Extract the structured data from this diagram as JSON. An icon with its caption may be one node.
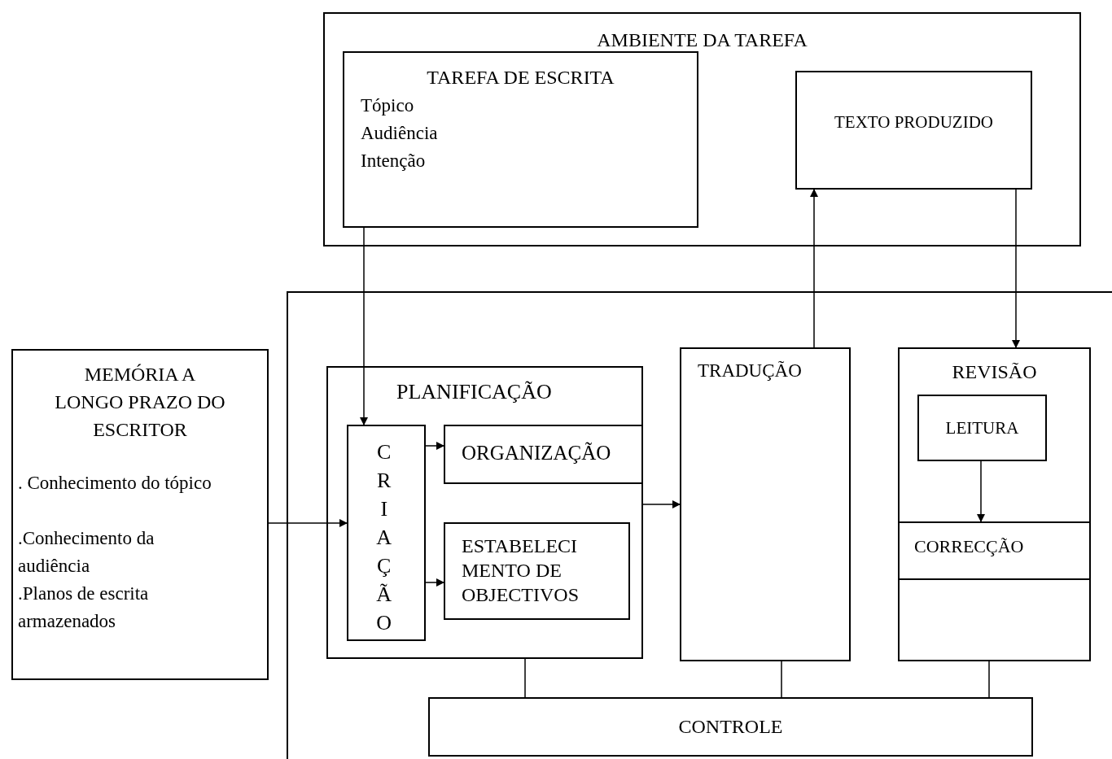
{
  "diagram": {
    "nodes": [
      {
        "text": [
          "AMBIENTE DA TAREFA"
        ]
      },
      {
        "text": [
          "TAREFA DE ESCRITA",
          "Tópico",
          "Audiência",
          "Intenção"
        ],
        "in": 0
      },
      {
        "text": [
          "TEXTO PRODUZIDO"
        ],
        "in": 0
      },
      {
        "text": [],
        "shape": "box"
      },
      {
        "text": [
          "MEMÓRIA A LONGO PRAZO DO ESCRITOR",
          ". Conhecimento do tópico",
          ".Conhecimento da audiência",
          ".Planos de escrita armazenados"
        ]
      },
      {
        "text": [
          "PLANIFICAÇÃO"
        ],
        "in": 3
      },
      {
        "text": [
          "CRIAÇÃO"
        ],
        "in": 5
      },
      {
        "text": [
          "ORGANIZAÇÃO"
        ],
        "in": 5
      },
      {
        "text": [
          "ESTABELECI MENTO DE OBJECTIVOS"
        ],
        "in": 5
      },
      {
        "text": [
          "TRADUÇÃO"
        ],
        "in": 3
      },
      {
        "text": [
          "REVISÃO"
        ],
        "in": 3
      },
      {
        "text": [
          "LEITURA"
        ],
        "in": 10
      },
      {
        "text": [
          "CORRECÇÃO"
        ],
        "in": 10
      },
      {
        "text": [
          "CONTROLE"
        ],
        "in": 3
      }
    ],
    "edges": [
      {
        "from": 1,
        "to": 6,
        "arrow": "to"
      },
      {
        "from": 9,
        "to": 2,
        "arrow": "to"
      },
      {
        "from": 2,
        "to": 10,
        "arrow": "to"
      },
      {
        "from": 4,
        "to": 6,
        "arrow": "to"
      },
      {
        "from": 6,
        "to": 7,
        "arrow": "to"
      },
      {
        "from": 6,
        "to": 8,
        "arrow": "to"
      },
      {
        "from": 5,
        "to": 9,
        "arrow": "to"
      },
      {
        "from": 11,
        "to": 12,
        "arrow": "to"
      },
      {
        "from": 5,
        "to": 13,
        "arrow": "none"
      },
      {
        "from": 9,
        "to": 13,
        "arrow": "none"
      },
      {
        "from": 10,
        "to": 13,
        "arrow": "none"
      }
    ]
  }
}
